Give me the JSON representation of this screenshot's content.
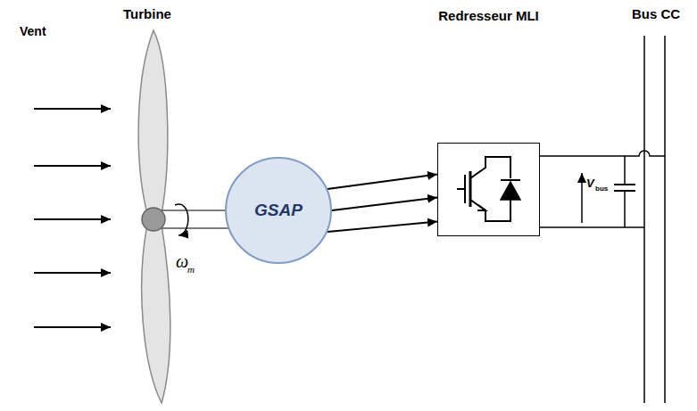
{
  "diagram": {
    "nodes": [
      {
        "text": [
          "GSAP"
        ]
      },
      {
        "text": [
          "Redresseur MLI"
        ]
      }
    ],
    "edges": [
      {
        "from": 0,
        "to": 1,
        "arrow": "to"
      },
      {
        "from": 0,
        "to": 1,
        "arrow": "to"
      },
      {
        "from": 0,
        "to": 1,
        "arrow": "to"
      }
    ],
    "labels": [
      "Vent",
      "Turbine",
      "ω",
      "m",
      "V",
      "bus",
      "Bus CC"
    ]
  }
}
